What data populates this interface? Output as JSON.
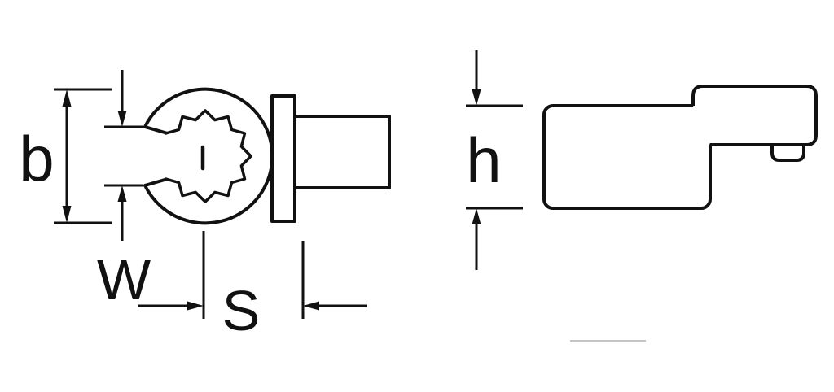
{
  "diagram": {
    "background_color": "#ffffff",
    "line_color": "#111111",
    "stray_mark_color": "#c4c4c4",
    "labels": {
      "b": "b",
      "w": "W",
      "s": "S",
      "h": "h"
    }
  }
}
